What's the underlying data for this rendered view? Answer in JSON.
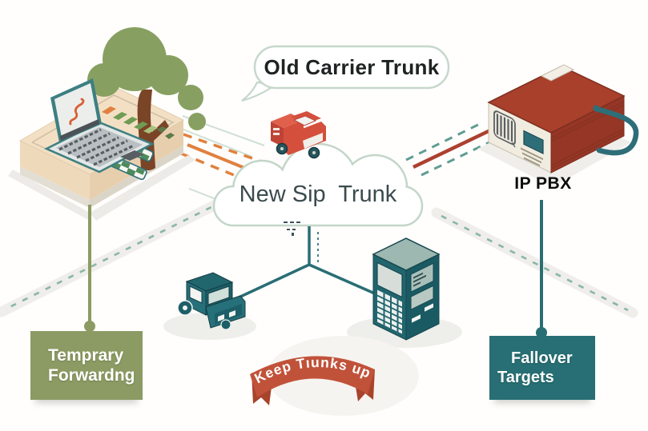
{
  "scene": {
    "background_color": "#fffefc",
    "old_trunk_bubble": {
      "label": "Old Carrier Trunk"
    },
    "sip_cloud": {
      "label": "New Sip  Trunk"
    },
    "ip_pbx": {
      "label": "IP PBX"
    },
    "banner": {
      "label": "Keep Tıunks up"
    },
    "forwarding_sign": {
      "line1": "Temprary",
      "line2": "Forwardng",
      "color": "#8c9b63"
    },
    "failover_sign": {
      "line1": "Fallover",
      "line2": "Targets",
      "color": "#276f74"
    },
    "icons": {
      "workstation": "laptop-desk-illustration",
      "tree": "tree-icon",
      "truck": "delivery-truck-icon",
      "cloud": "cloud-shape",
      "pbx": "pbx-appliance-icon",
      "server": "server-tower-icon",
      "vehicle": "utility-vehicle-icon"
    },
    "colors": {
      "accent_orange": "#e0813f",
      "route_red": "#ad4030",
      "network_teal": "#2a6d75",
      "outline_sage": "#c3d6c9",
      "ribbon_red": "#c1523a",
      "desk_beige": "#f3e0c4",
      "foliage_green": "#87a061"
    }
  }
}
